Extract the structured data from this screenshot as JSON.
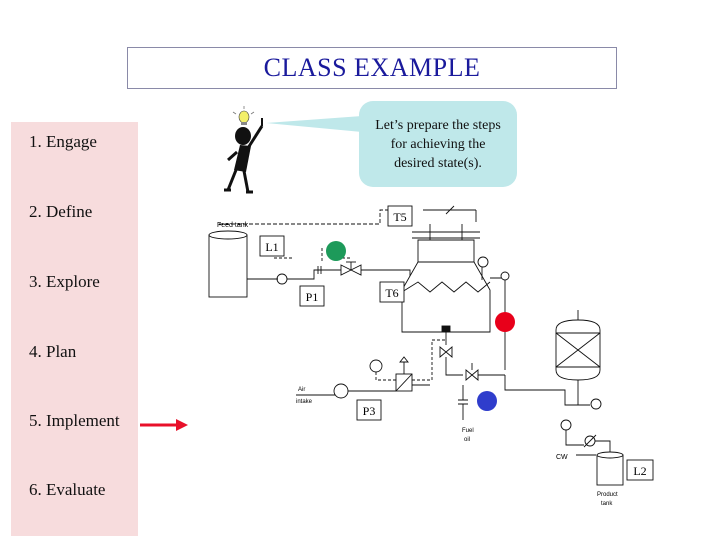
{
  "title": "CLASS EXAMPLE",
  "steps": [
    {
      "label": "1. Engage"
    },
    {
      "label": "2. Define"
    },
    {
      "label": "3. Explore"
    },
    {
      "label": "4. Plan"
    },
    {
      "label": "5. Implement"
    },
    {
      "label": "6. Evaluate"
    }
  ],
  "speech_bubble": "Let’s prepare the steps\nfor achieving the\ndesired state(s).",
  "process": {
    "labels": {
      "feed_tank": "Feed tank",
      "air_1": "Air",
      "air_2": "intake",
      "fuel_1": "Fuel",
      "fuel_2": "oil",
      "cw": "CW",
      "product_1": "Product",
      "product_2": "tank"
    },
    "tags": {
      "t5": "T5",
      "l1": "L1",
      "p1": "P1",
      "t6": "T6",
      "p3": "P3",
      "l2": "L2"
    }
  },
  "colors": {
    "title_text": "#1a1a9c",
    "steps_panel_bg": "#f7dcdd",
    "arrow": "#e8102a",
    "speech_bg": "#bfe8ea",
    "indicator_green": "#1d9a5a",
    "indicator_red": "#e8001a",
    "indicator_blue": "#2f3dcc"
  },
  "icons": [
    "stick-figure-icon",
    "lightbulb-icon"
  ]
}
